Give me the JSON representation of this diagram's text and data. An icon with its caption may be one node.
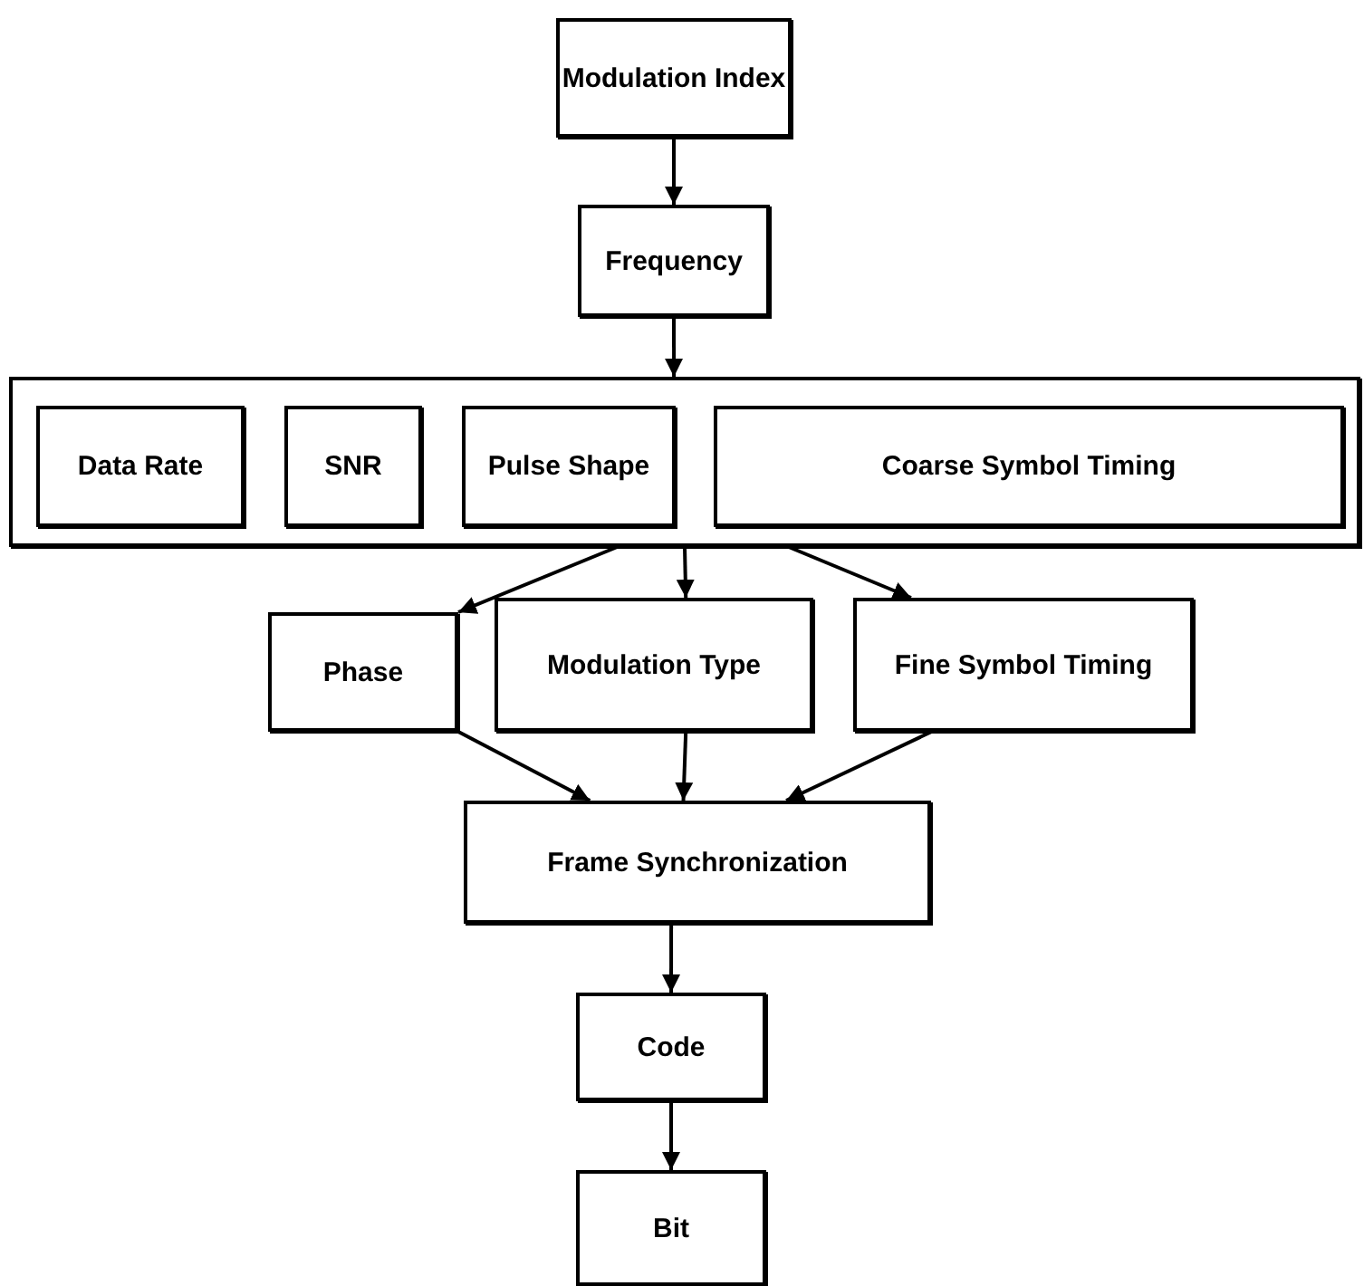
{
  "diagram": {
    "nodes": [
      {
        "text": [
          "Modulation Index"
        ]
      },
      {
        "text": [
          "Frequency"
        ]
      },
      {
        "text": [],
        "shape": "box"
      },
      {
        "text": [
          "Data Rate"
        ],
        "in": 2
      },
      {
        "text": [
          "SNR"
        ],
        "in": 2
      },
      {
        "text": [
          "Pulse Shape"
        ],
        "in": 2
      },
      {
        "text": [
          "Coarse Symbol Timing"
        ],
        "in": 2
      },
      {
        "text": [
          "Phase"
        ]
      },
      {
        "text": [
          "Modulation Type"
        ]
      },
      {
        "text": [
          "Fine Symbol Timing"
        ]
      },
      {
        "text": [
          "Frame Synchronization"
        ]
      },
      {
        "text": [
          "Code"
        ]
      },
      {
        "text": [
          "Bit"
        ]
      }
    ],
    "edges": [
      {
        "from": 0,
        "to": 1,
        "arrow": "to"
      },
      {
        "from": 1,
        "to": 2,
        "arrow": "to"
      },
      {
        "from": 2,
        "to": 7,
        "arrow": "to"
      },
      {
        "from": 2,
        "to": 8,
        "arrow": "to"
      },
      {
        "from": 2,
        "to": 9,
        "arrow": "to"
      },
      {
        "from": 7,
        "to": 10,
        "arrow": "to"
      },
      {
        "from": 8,
        "to": 10,
        "arrow": "to"
      },
      {
        "from": 9,
        "to": 10,
        "arrow": "to"
      },
      {
        "from": 10,
        "to": 11,
        "arrow": "to"
      },
      {
        "from": 11,
        "to": 12,
        "arrow": "to"
      }
    ]
  }
}
